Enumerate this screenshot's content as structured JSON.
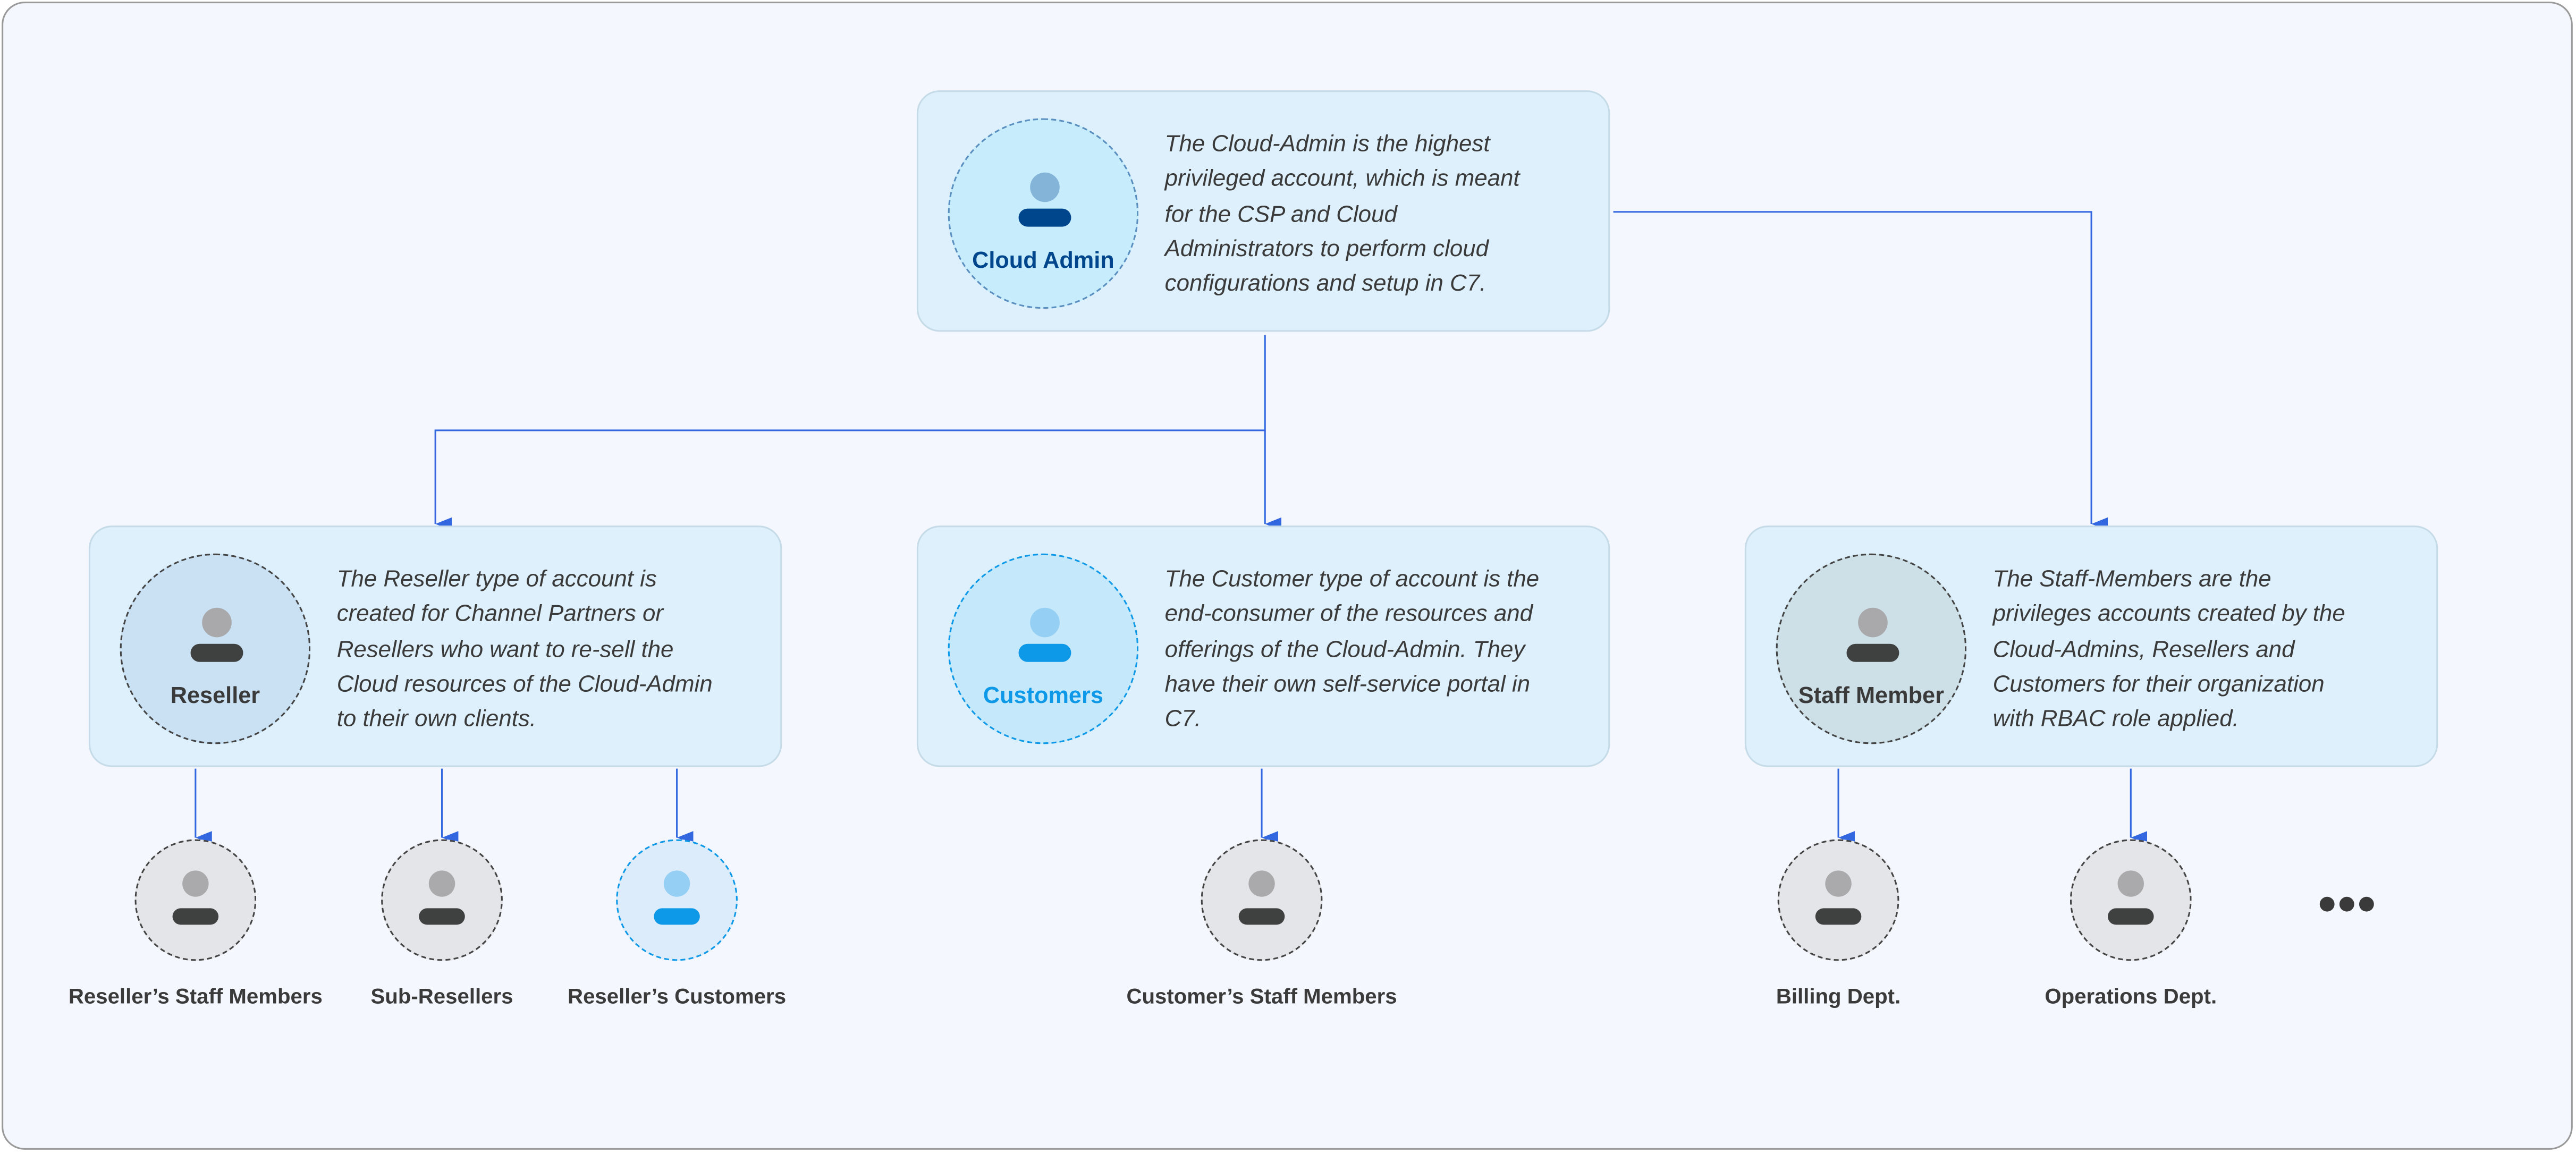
{
  "colors": {
    "connector": "#3367e0",
    "cloud_admin": "#00468c",
    "customer": "#0e99e8",
    "neutral": "#3f4040"
  },
  "cloud_admin": {
    "label": "Cloud Admin",
    "description": [
      "The Cloud-Admin is the highest",
      "privileged account, which is meant",
      "for the CSP and Cloud",
      "Administrators to perform cloud",
      "configurations and setup in C7."
    ]
  },
  "reseller": {
    "label": "Reseller",
    "description": [
      "The Reseller type of account is",
      "created for Channel Partners or",
      "Resellers who want to re-sell the",
      "Cloud resources of the Cloud-Admin",
      "to their own clients."
    ]
  },
  "customers": {
    "label": "Customers",
    "description": [
      "The Customer type of account is the",
      "end-consumer of the resources and",
      "offerings of the Cloud-Admin. They",
      "have their own self-service portal in",
      "C7."
    ]
  },
  "staff": {
    "label": "Staff Member",
    "description": [
      "The Staff-Members are the",
      "privileges accounts created by the",
      "Cloud-Admins, Resellers and",
      "Customers for their organization",
      "with RBAC role applied."
    ]
  },
  "sub_nodes": [
    "Reseller’s Staff Members",
    "Sub-Resellers",
    "Reseller’s Customers",
    "Customer’s Staff Members",
    "Billing Dept.",
    "Operations Dept."
  ],
  "more_icon": "ellipsis-icon"
}
